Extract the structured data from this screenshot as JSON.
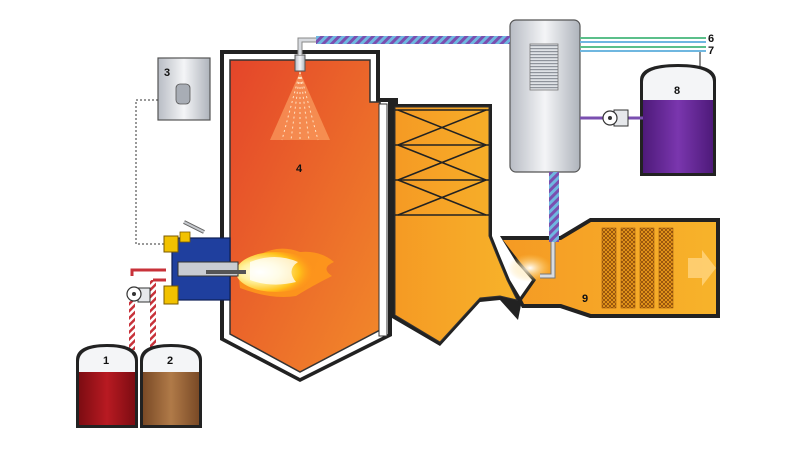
{
  "labels": {
    "tank_1": "1",
    "tank_2": "2",
    "controller_3": "3",
    "furnace_4": "4",
    "line_6": "6",
    "line_7": "7",
    "tank_8": "8",
    "catalyst_9": "9"
  },
  "colors": {
    "furnace": "#e8572a",
    "duct": "#f5a41c",
    "tank_1": "#a3121c",
    "tank_2": "#a0663a",
    "tank_8": "#6a2a9c",
    "burner": "#1f3f9e",
    "burner_yellow": "#f2c200",
    "pipe_green": "#5bbf8a",
    "pipe_blue": "#6fb7e0",
    "pipe_purple": "#7a4fb0"
  },
  "icons": {
    "pump_left": "pump-icon",
    "pump_right": "pump-icon",
    "flame": "flame-icon",
    "spray": "spray-nozzle-icon",
    "flow_arrow": "arrow-right-icon"
  }
}
